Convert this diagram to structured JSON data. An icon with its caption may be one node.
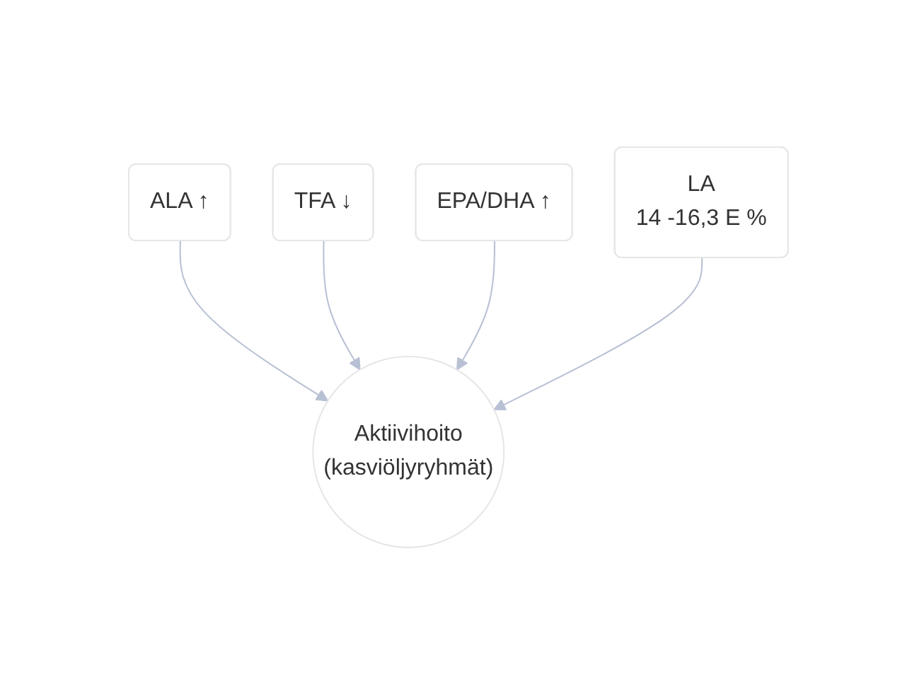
{
  "diagram": {
    "nodes": [
      {
        "text": [
          "TFA ↓"
        ]
      },
      {
        "text": [
          "EPA/DHA ↑"
        ]
      },
      {
        "text": [
          "ALA ↑"
        ]
      },
      {
        "text": [
          "LA",
          "14 -16,3 E %"
        ]
      },
      {
        "text": [
          "Aktiivihoito",
          "(kasviöljyryhmät)"
        ]
      }
    ],
    "edges": [
      {
        "from": 2,
        "to": 4,
        "arrow": "to"
      },
      {
        "from": 0,
        "to": 4,
        "arrow": "to"
      },
      {
        "from": 1,
        "to": 4,
        "arrow": "to"
      },
      {
        "from": 3,
        "to": 4,
        "arrow": "to"
      }
    ]
  }
}
